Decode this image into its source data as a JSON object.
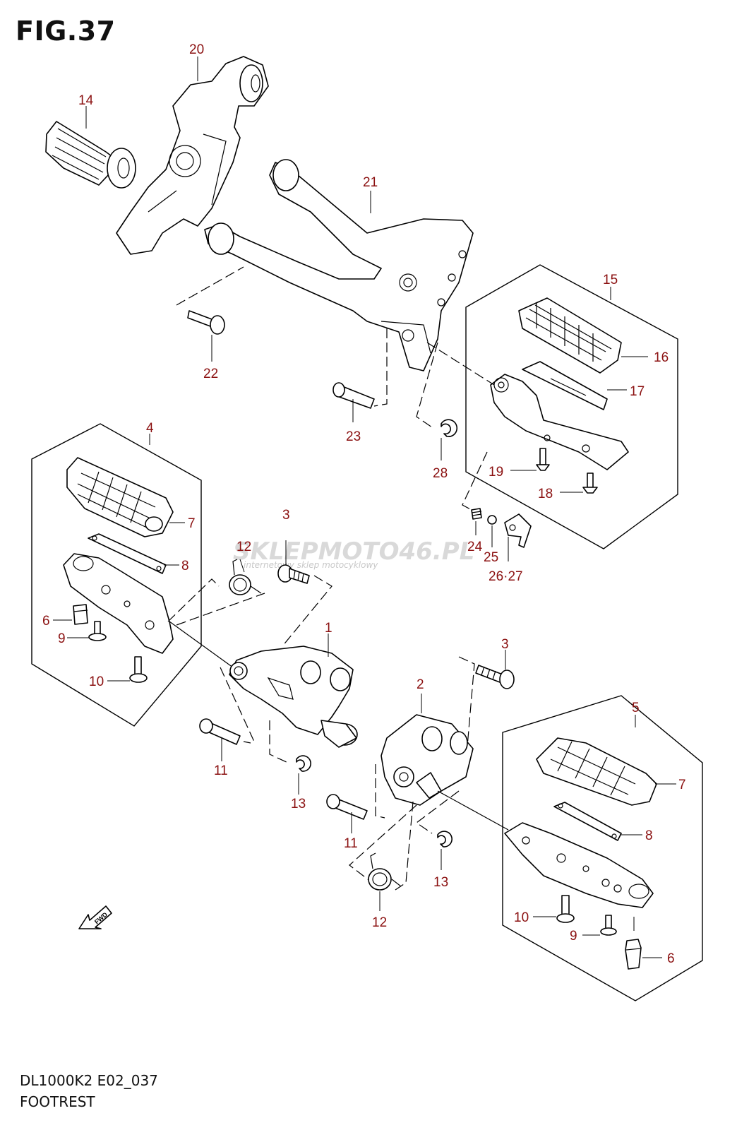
{
  "figure": {
    "title": "FIG.37",
    "model_code": "DL1000K2 E02_037",
    "section_name": "FOOTREST",
    "fwd_label": "FWD"
  },
  "watermark": {
    "brand": "SKLEPMOTO46.PL",
    "tagline": "internetowy sklep motocyklowy"
  },
  "callouts": [
    {
      "label": "20"
    },
    {
      "label": "14"
    },
    {
      "label": "21"
    },
    {
      "label": "22"
    },
    {
      "label": "15"
    },
    {
      "label": "16"
    },
    {
      "label": "17"
    },
    {
      "label": "23"
    },
    {
      "label": "28"
    },
    {
      "label": "19"
    },
    {
      "label": "18"
    },
    {
      "label": "4"
    },
    {
      "label": "7"
    },
    {
      "label": "8"
    },
    {
      "label": "6"
    },
    {
      "label": "9"
    },
    {
      "label": "10"
    },
    {
      "label": "3"
    },
    {
      "label": "12"
    },
    {
      "label": "24"
    },
    {
      "label": "25"
    },
    {
      "label": "26·27"
    },
    {
      "label": "1"
    },
    {
      "label": "3"
    },
    {
      "label": "2"
    },
    {
      "label": "11"
    },
    {
      "label": "13"
    },
    {
      "label": "11"
    },
    {
      "label": "13"
    },
    {
      "label": "12"
    },
    {
      "label": "5"
    },
    {
      "label": "7"
    },
    {
      "label": "8"
    },
    {
      "label": "10"
    },
    {
      "label": "9"
    },
    {
      "label": "6"
    }
  ],
  "colors": {
    "callout": "#8b1111",
    "line": "#000000",
    "watermark": "#d9d9d9"
  }
}
